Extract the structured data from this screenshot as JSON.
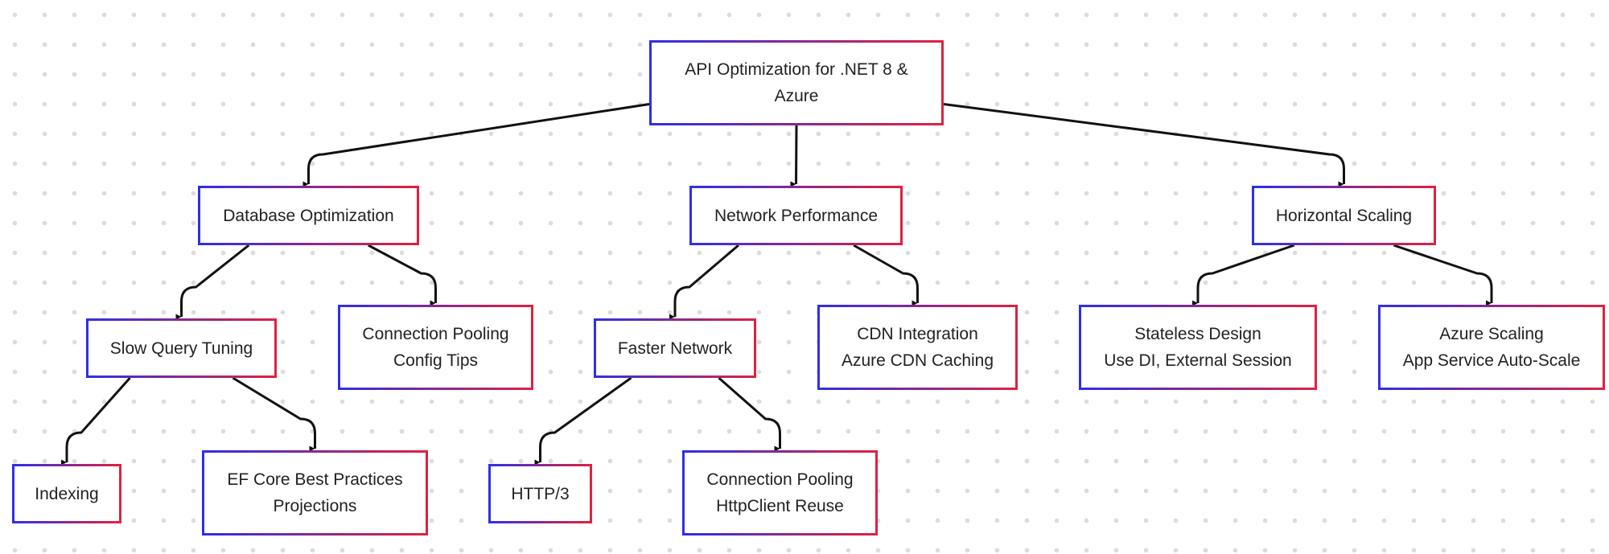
{
  "diagram": {
    "nodes": {
      "root": {
        "line1": "API Optimization for .NET 8 &",
        "line2": "Azure"
      },
      "db": {
        "line1": "Database Optimization"
      },
      "net": {
        "line1": "Network Performance"
      },
      "hs": {
        "line1": "Horizontal Scaling"
      },
      "sqt": {
        "line1": "Slow Query Tuning"
      },
      "cp1": {
        "line1": "Connection Pooling",
        "line2": "Config Tips"
      },
      "fn": {
        "line1": "Faster Network"
      },
      "cdn": {
        "line1": "CDN Integration",
        "line2": "Azure CDN Caching"
      },
      "sd": {
        "line1": "Stateless Design",
        "line2": "Use DI, External Session"
      },
      "az": {
        "line1": "Azure Scaling",
        "line2": "App Service Auto-Scale"
      },
      "idx": {
        "line1": "Indexing"
      },
      "ef": {
        "line1": "EF Core Best Practices",
        "line2": "Projections"
      },
      "h3": {
        "line1": "HTTP/3"
      },
      "cp2": {
        "line1": "Connection Pooling",
        "line2": "HttpClient Reuse"
      }
    },
    "edges": [
      {
        "from": "root",
        "to": "db"
      },
      {
        "from": "root",
        "to": "net"
      },
      {
        "from": "root",
        "to": "hs"
      },
      {
        "from": "db",
        "to": "sqt"
      },
      {
        "from": "db",
        "to": "cp1"
      },
      {
        "from": "net",
        "to": "fn"
      },
      {
        "from": "net",
        "to": "cdn"
      },
      {
        "from": "hs",
        "to": "sd"
      },
      {
        "from": "hs",
        "to": "az"
      },
      {
        "from": "sqt",
        "to": "idx"
      },
      {
        "from": "sqt",
        "to": "ef"
      },
      {
        "from": "fn",
        "to": "h3"
      },
      {
        "from": "fn",
        "to": "cp2"
      }
    ],
    "colors": {
      "border_start": "#2f2fe6",
      "border_end": "#e0213f",
      "edge": "#111111",
      "grid_dot": "#dcdcdc"
    }
  }
}
